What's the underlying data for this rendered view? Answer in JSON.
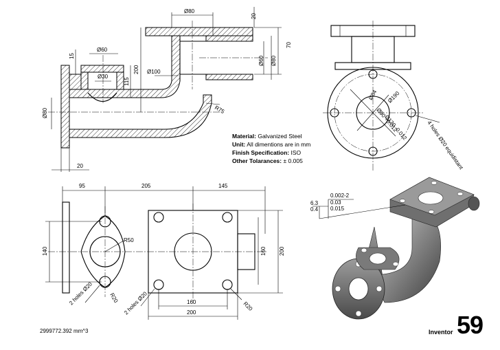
{
  "notes": {
    "material_key": "Material:",
    "material_val": "Galvanized Steel",
    "unit_key": "Unit:",
    "unit_val": "All dimentions are in mm",
    "finish_key": "Finish Specification:",
    "finish_val": "ISO",
    "tol_key": "Other Tolarances:",
    "tol_val": "± 0.005"
  },
  "volume": "2999772.392 mm^3",
  "software": "Inventor",
  "sheet_number": "59",
  "dims": {
    "d80_top": "Ø80",
    "d20_top": "20",
    "d70": "70",
    "d60_outlet": "Ø60",
    "d80_outlet": "Ø80",
    "d15": "15",
    "d60_flange": "Ø60",
    "d30": "Ø30",
    "d115": "115",
    "d200_left": "200",
    "d100": "Ø100",
    "d80_inlet": "Ø80",
    "r75": "R75",
    "d20_bottom": "20",
    "d84": "Ø84",
    "d190": "Ø190",
    "d90": "Ø90 +0.012",
    "d120": "Ø120 -0.012",
    "holes4": "4 holes Ø20 equidistant",
    "d95": "95",
    "d205": "205",
    "d145": "145",
    "d140": "140",
    "r50": "R50",
    "holes2a": "2 holes Ø20",
    "r20a": "R20",
    "holes2b": "2 holes Ø20",
    "d160v": "160",
    "d200v": "200",
    "d160h": "160",
    "d200h": "200",
    "r20b": "R20",
    "fc1": "0.002-2",
    "fc2": "0.03",
    "fc3": "0.015",
    "fc4": "6.3",
    "fc5": "0.4"
  }
}
